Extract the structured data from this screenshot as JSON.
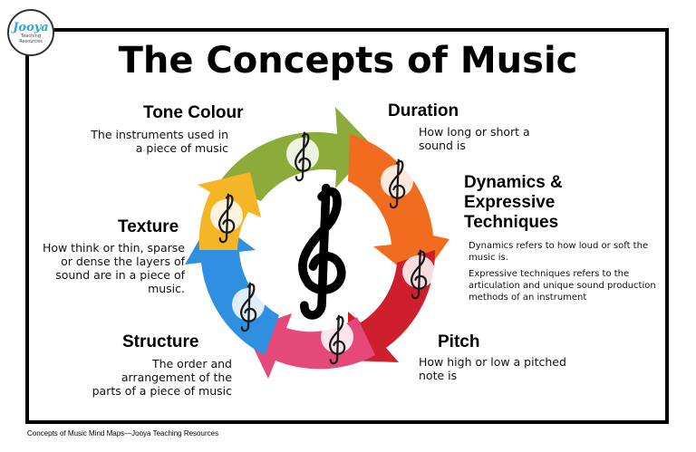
{
  "logo": {
    "brand": "Jooya",
    "tagline": "Teaching Resources"
  },
  "title": "The Concepts of Music",
  "concepts": {
    "tone_colour": {
      "heading": "Tone Colour",
      "line1": "The instruments used in",
      "line2": "a piece of music",
      "color": "#8cab3a"
    },
    "duration": {
      "heading": "Duration",
      "line1": "How long or short a",
      "line2": "sound is",
      "color": "#f26c1f"
    },
    "dynamics": {
      "heading1": "Dynamics &",
      "heading2": "Expressive",
      "heading3": "Techniques",
      "p1a": "Dynamics refers to how loud or soft the",
      "p1b": "music is.",
      "p2a": "Expressive techniques refers to the",
      "p2b": "articulation and unique sound production",
      "p2c": "methods of an instrument",
      "color": "#cf1f2e"
    },
    "pitch": {
      "heading": "Pitch",
      "line1": "How high or low a pitched",
      "line2": "note is",
      "color": "#e4497a"
    },
    "structure": {
      "heading": "Structure",
      "line1": "The order and",
      "line2": "arrangement of the",
      "line3": "parts of a piece of music",
      "color": "#2f8fe0"
    },
    "texture": {
      "heading": "Texture",
      "line1": "How think or thin, sparse",
      "line2": "or dense the layers of",
      "line3": "sound are in a piece of",
      "line4": "music.",
      "color": "#f4b526"
    }
  },
  "footer": "Concepts of Music Mind Maps—Jooya Teaching Resources"
}
